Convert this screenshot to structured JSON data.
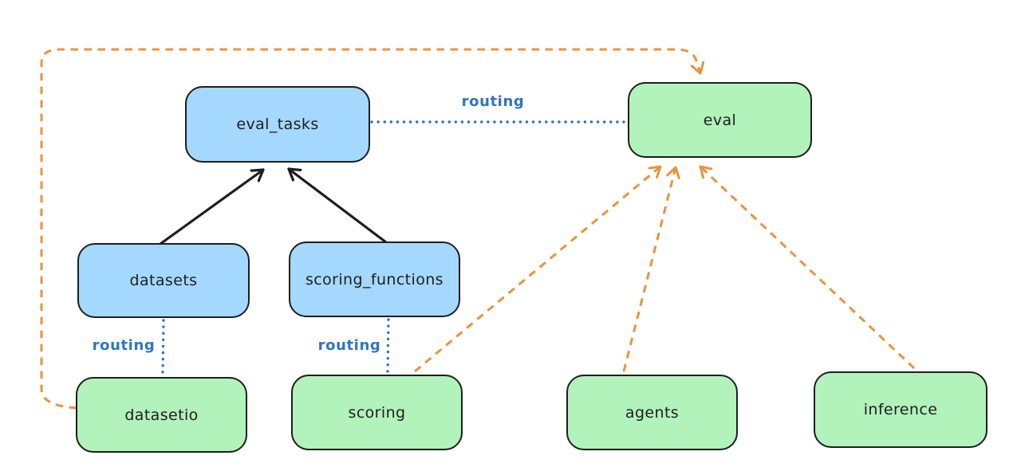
{
  "diagram": {
    "type": "architecture-flow-diagram",
    "edge_labels": {
      "eval_tasks_eval": "routing",
      "datasets_datasetio": "routing",
      "scoring_functions_scoring": "routing"
    },
    "nodes": [
      {
        "id": "eval_tasks",
        "label": "eval_tasks",
        "color_role": "blue"
      },
      {
        "id": "eval",
        "label": "eval",
        "color_role": "green"
      },
      {
        "id": "datasets",
        "label": "datasets",
        "color_role": "blue"
      },
      {
        "id": "scoring_functions",
        "label": "scoring_functions",
        "color_role": "blue"
      },
      {
        "id": "datasetio",
        "label": "datasetio",
        "color_role": "green"
      },
      {
        "id": "scoring",
        "label": "scoring",
        "color_role": "green"
      },
      {
        "id": "agents",
        "label": "agents",
        "color_role": "green"
      },
      {
        "id": "inference",
        "label": "inference",
        "color_role": "green"
      }
    ],
    "edges": [
      {
        "from": "datasets",
        "to": "eval_tasks",
        "style": "solid-black-arrow",
        "label": ""
      },
      {
        "from": "scoring_functions",
        "to": "eval_tasks",
        "style": "solid-black-arrow",
        "label": ""
      },
      {
        "from": "eval_tasks",
        "to": "eval",
        "style": "dotted-blue-line",
        "label": "routing"
      },
      {
        "from": "datasets",
        "to": "datasetio",
        "style": "dotted-blue-line",
        "label": "routing"
      },
      {
        "from": "scoring_functions",
        "to": "scoring",
        "style": "dotted-blue-line",
        "label": "routing"
      },
      {
        "from": "datasetio",
        "to": "eval",
        "style": "dashed-orange-arrow",
        "label": ""
      },
      {
        "from": "scoring",
        "to": "eval",
        "style": "dashed-orange-arrow",
        "label": ""
      },
      {
        "from": "agents",
        "to": "eval",
        "style": "dashed-orange-arrow",
        "label": ""
      },
      {
        "from": "inference",
        "to": "eval",
        "style": "dashed-orange-arrow",
        "label": ""
      }
    ],
    "colors": {
      "blue_fill": "#a5d8ff",
      "green_fill": "#b2f2bb",
      "stroke": "#1e1e1e",
      "routing_blue": "#2f74c4",
      "orange": "#e8943c",
      "background": "#ffffff"
    }
  }
}
